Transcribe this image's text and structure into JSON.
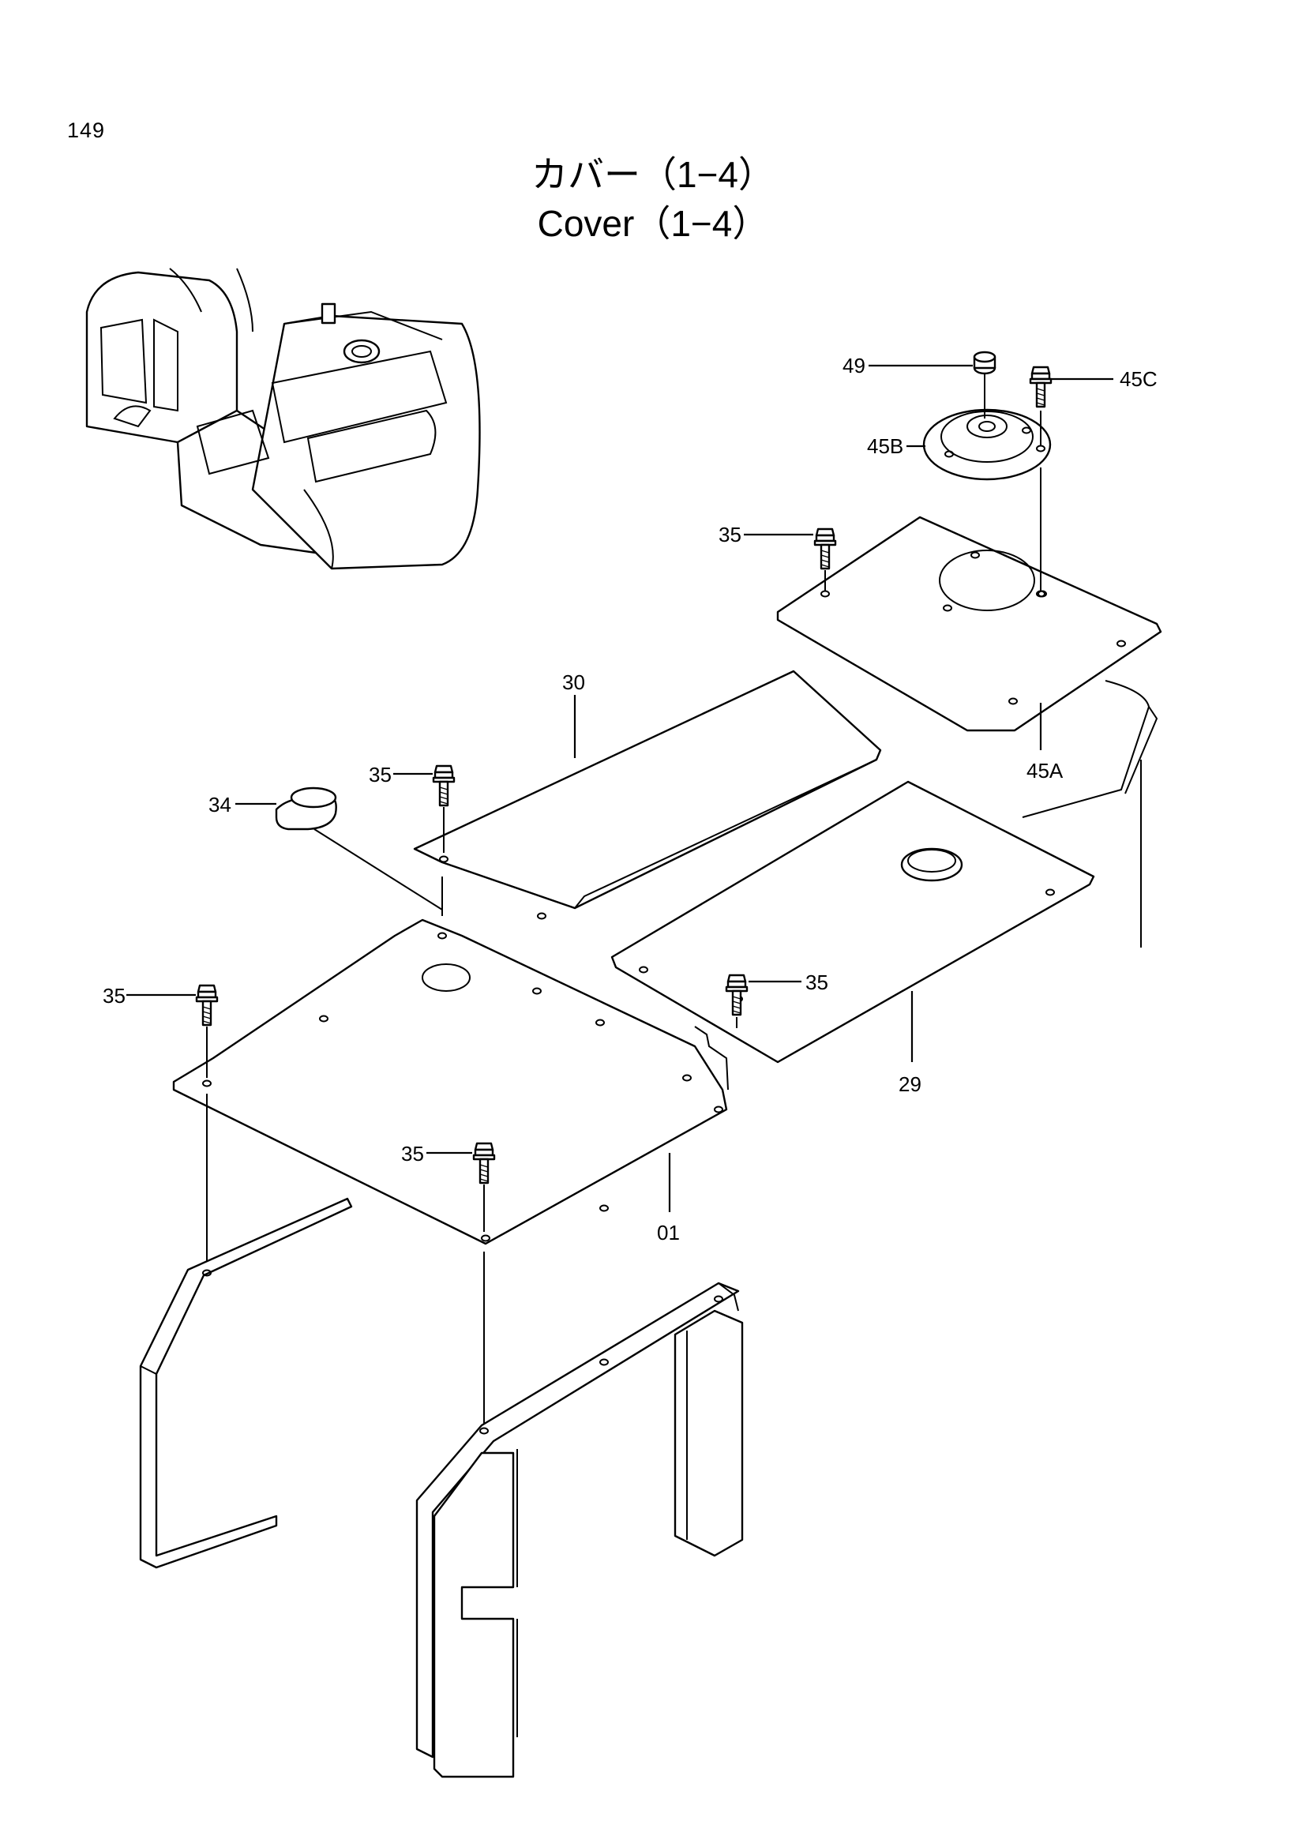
{
  "page": {
    "number": "149",
    "title_jp": "カバー（1−4）",
    "title_en": "Cover（1−4）"
  },
  "callouts": {
    "c49": "49",
    "c45C": "45C",
    "c45B": "45B",
    "c35a": "35",
    "c45A": "45A",
    "c30": "30",
    "c35b": "35",
    "c34": "34",
    "c35c": "35",
    "c35d": "35",
    "c29": "29",
    "c35e": "35",
    "c01": "01"
  }
}
